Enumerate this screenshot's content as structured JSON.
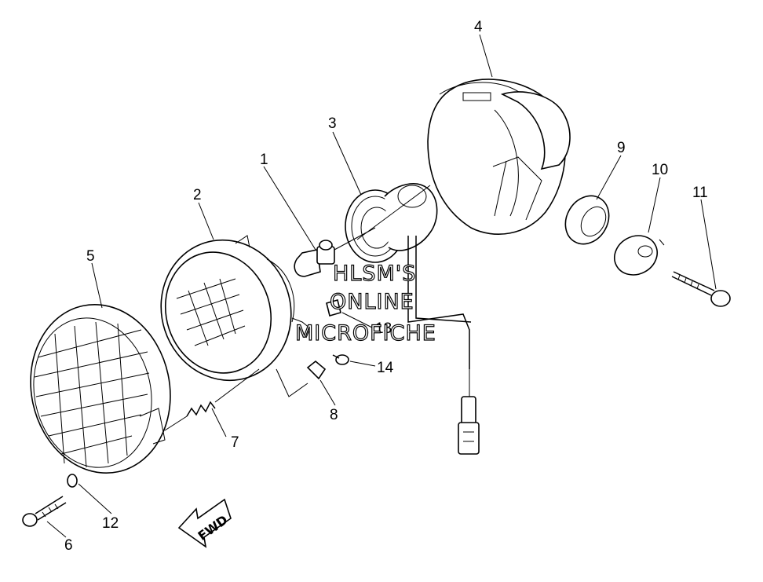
{
  "callouts": [
    {
      "id": "1",
      "label": "1"
    },
    {
      "id": "2",
      "label": "2"
    },
    {
      "id": "3",
      "label": "3"
    },
    {
      "id": "4",
      "label": "4"
    },
    {
      "id": "5",
      "label": "5"
    },
    {
      "id": "6",
      "label": "6"
    },
    {
      "id": "7",
      "label": "7"
    },
    {
      "id": "8",
      "label": "8"
    },
    {
      "id": "9",
      "label": "9"
    },
    {
      "id": "10",
      "label": "10"
    },
    {
      "id": "11",
      "label": "11"
    },
    {
      "id": "12",
      "label": "12"
    },
    {
      "id": "13",
      "label": "13"
    },
    {
      "id": "14",
      "label": "14"
    }
  ],
  "watermark": {
    "line1": "HLSM'S",
    "line2": "ONLINE",
    "line3": "MICROFICHE"
  },
  "direction_arrow": {
    "label": "FWD"
  }
}
